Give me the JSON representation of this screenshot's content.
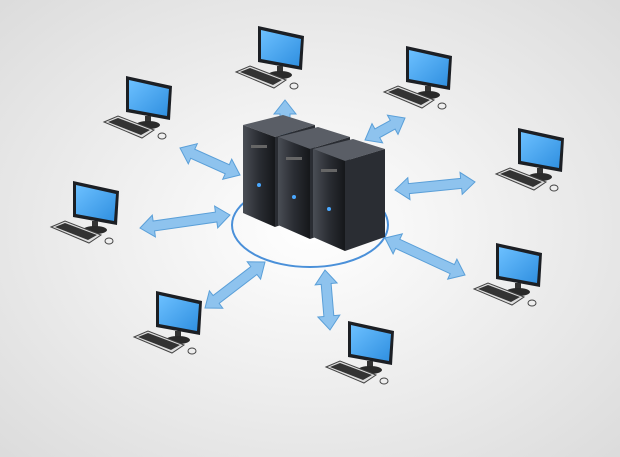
{
  "colors": {
    "background_center": "#ffffff",
    "background_edge": "#dcdcdc",
    "screen": "#2f8fe0",
    "screen_light": "#6cc0ff",
    "server_body": "#2a2d33",
    "arrow_fill": "#8ec3ee",
    "arrow_stroke": "#5a9fd8",
    "ring": "#4a90d9"
  },
  "scene": {
    "computer_count": 8,
    "server_count": 3,
    "connection_count": 8
  }
}
